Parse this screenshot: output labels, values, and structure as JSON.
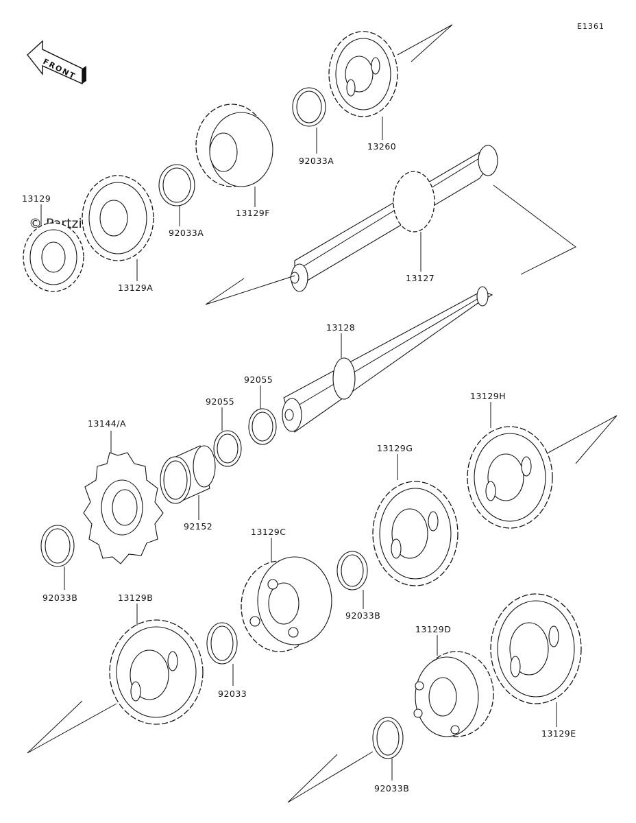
{
  "ref_code": "E1361",
  "watermark": "© Partzilla.com",
  "front_label": "FRONT",
  "parts": {
    "p13129": "13129",
    "p13129A": "13129A",
    "p92033A_1": "92033A",
    "p13129F": "13129F",
    "p92033A_2": "92033A",
    "p13260": "13260",
    "p13127": "13127",
    "p13128": "13128",
    "p92055_1": "92055",
    "p92055_2": "92055",
    "p13144A": "13144/A",
    "p92152": "92152",
    "p13129H": "13129H",
    "p13129G": "13129G",
    "p13129C": "13129C",
    "p92033B_1": "92033B",
    "p92033B_2": "92033B",
    "p13129B": "13129B",
    "p92033": "92033",
    "p13129D": "13129D",
    "p13129E": "13129E",
    "p92033B_3": "92033B"
  }
}
